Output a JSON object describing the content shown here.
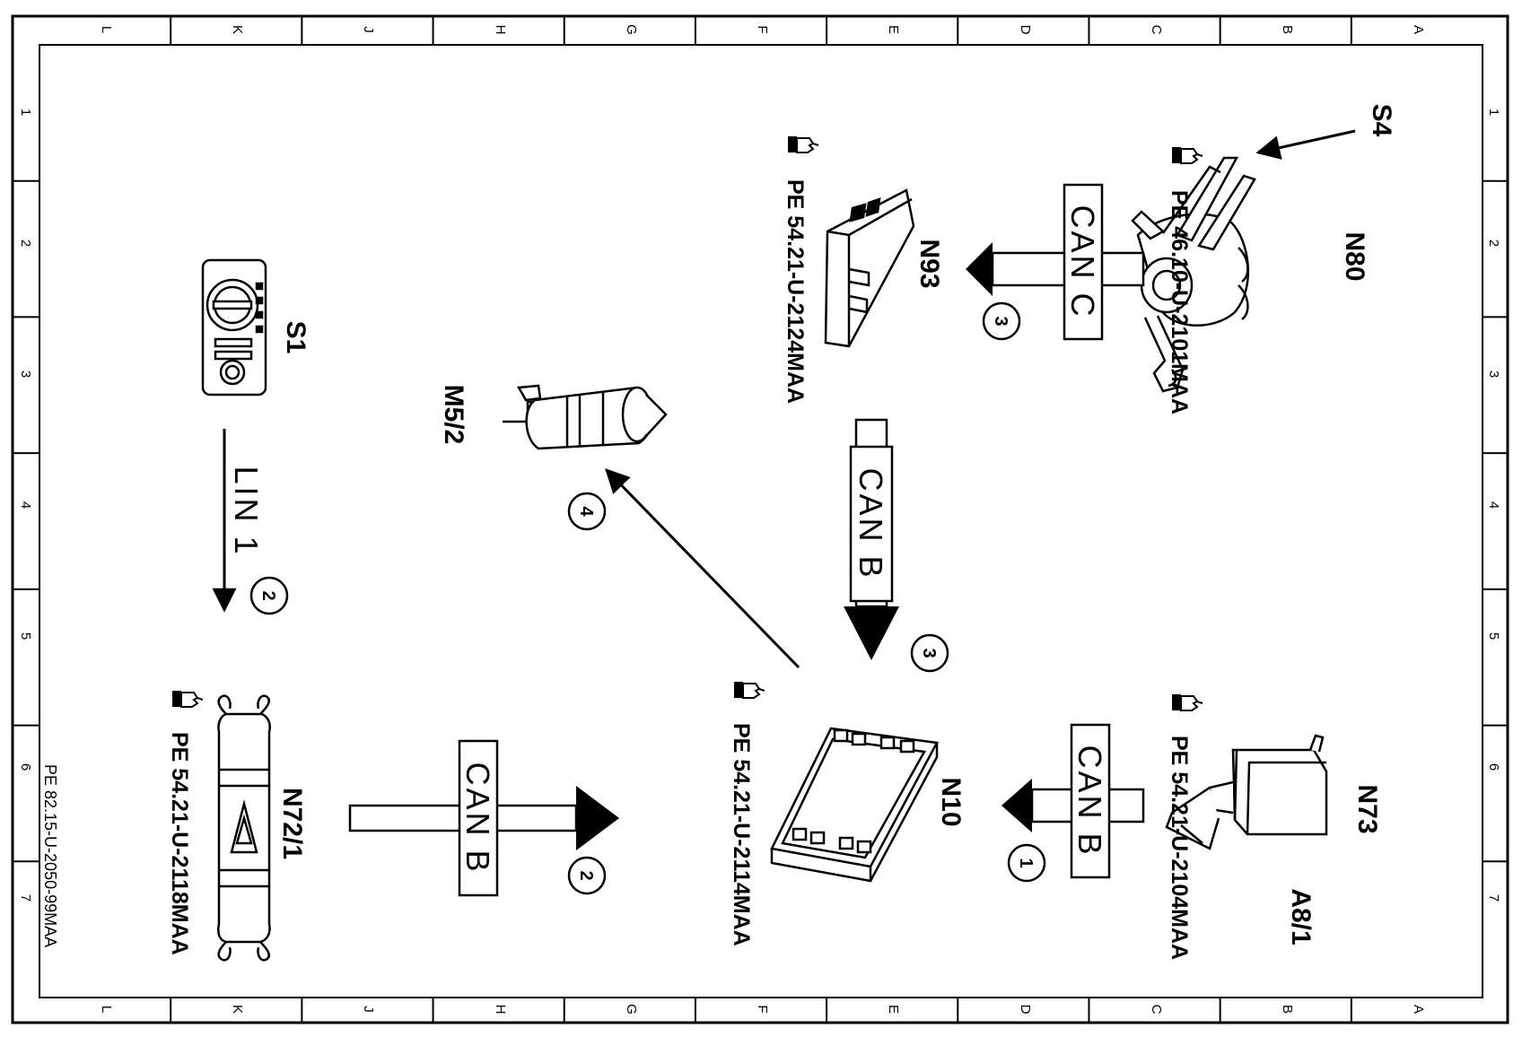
{
  "grid": {
    "letters": [
      "L",
      "K",
      "J",
      "H",
      "G",
      "F",
      "E",
      "D",
      "C",
      "B",
      "A"
    ],
    "numbers": [
      "1",
      "2",
      "3",
      "4",
      "5",
      "6",
      "7"
    ]
  },
  "components": {
    "s4": "S4",
    "n80": "N80",
    "n93": "N93",
    "s1": "S1",
    "m5_2": "M5/2",
    "n10": "N10",
    "n73": "N73",
    "a8_1": "A8/1",
    "n72_1": "N72/1"
  },
  "references": {
    "n80": "PE 46.10-U-2101MAA",
    "n93": "PE 54.21-U-2124MAA",
    "n10": "PE 54.21-U-2114MAA",
    "n73": "PE 54.21-U-2104MAA",
    "n72_1": "PE 54.21-U-2118MAA"
  },
  "buses": {
    "can_c": "CAN C",
    "can_b_top": "CAN B",
    "can_b_right": "CAN B",
    "can_b_bottom": "CAN B",
    "lin1": "LIN 1"
  },
  "steps": {
    "s1": "1",
    "s2_lin": "2",
    "s2_can": "2",
    "s3_can_c": "3",
    "s3_can_b": "3",
    "s4": "4"
  },
  "document_id": "PE 82.15-U-2050-99MAA"
}
